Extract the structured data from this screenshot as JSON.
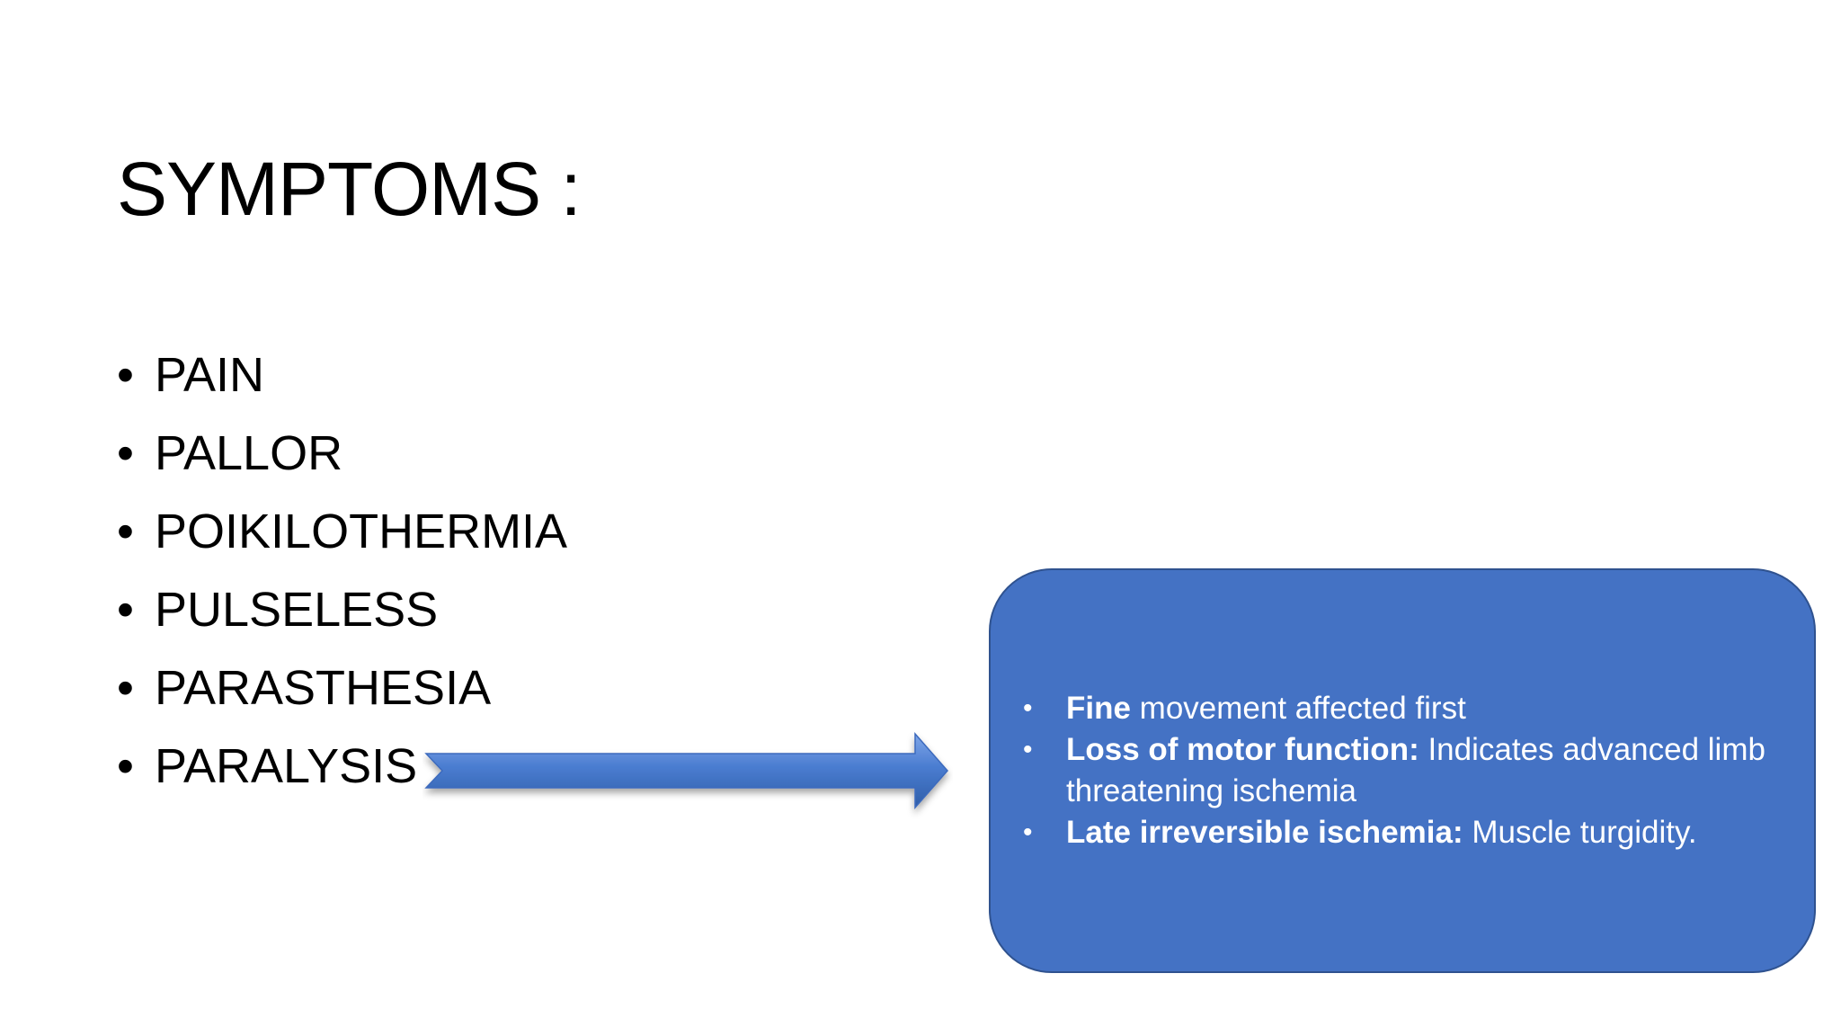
{
  "slide": {
    "title": "SYMPTOMS :",
    "bullet_glyph": "•",
    "symptoms": [
      {
        "label": "PAIN"
      },
      {
        "label": "PALLOR"
      },
      {
        "label": "POIKILOTHERMIA"
      },
      {
        "label": "PULSELESS"
      },
      {
        "label": "PARASTHESIA"
      },
      {
        "label": "PARALYSIS :"
      }
    ],
    "details": {
      "bullet_glyph": "•",
      "items": [
        {
          "bold": "Fine",
          "text": " movement affected first"
        },
        {
          "bold": "Loss of motor function:",
          "text": " Indicates advanced limb threatening ischemia"
        },
        {
          "bold": "Late irreversible ischemia:",
          "text": " Muscle turgidity."
        }
      ]
    },
    "colors": {
      "background": "#ffffff",
      "box_fill": "#4472c4",
      "box_border": "#2f528f",
      "arrow": "#4a7cd0",
      "text": "#000000",
      "box_text": "#ffffff"
    },
    "icons": {
      "arrow": "right-arrow-icon"
    }
  }
}
